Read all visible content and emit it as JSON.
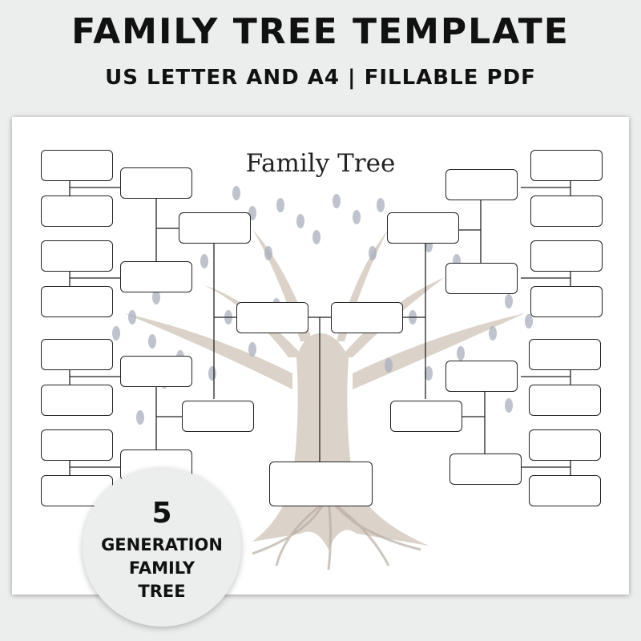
{
  "header": {
    "title": "FAMILY TREE TEMPLATE",
    "subtitle": "US LETTER AND A4 | FILLABLE PDF"
  },
  "sheet": {
    "title": "Family Tree"
  },
  "badge": {
    "number": "5",
    "line1": "GENERATION",
    "line2": "FAMILY",
    "line3": "TREE"
  },
  "colors": {
    "background": "#eceeed",
    "box_border": "#222222",
    "tree_trunk": "#c9bdb0",
    "leaves": "#a9afbd"
  }
}
